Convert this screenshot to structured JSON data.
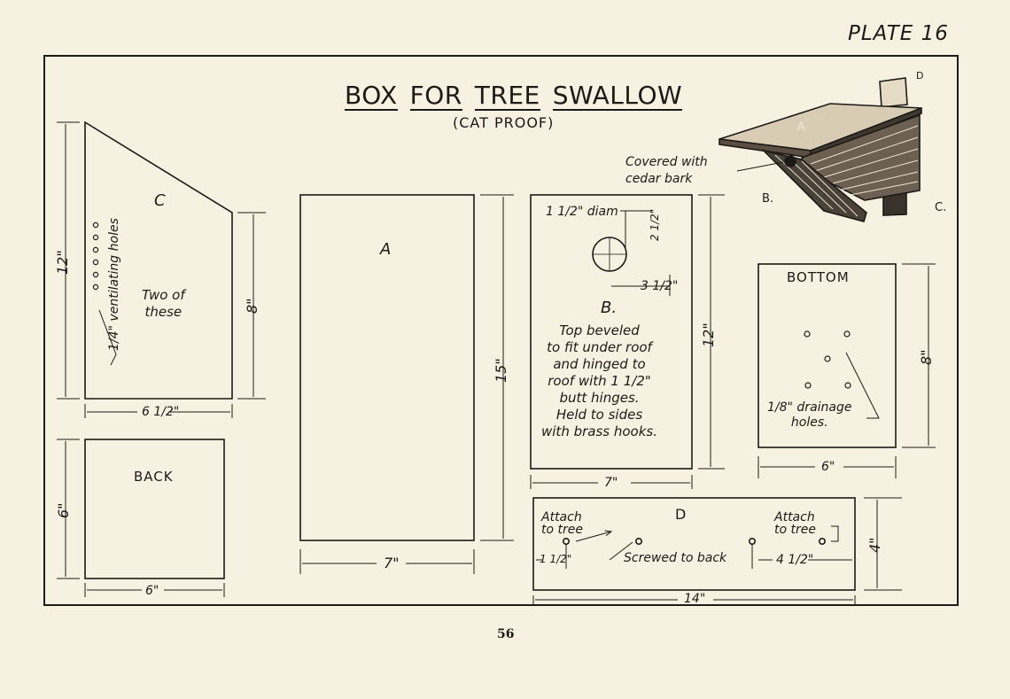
{
  "plate_label": "PLATE 16",
  "title": {
    "words": [
      "BOX",
      "FOR",
      "TREE",
      "SWALLOW"
    ],
    "subtitle": "(CAT PROOF)"
  },
  "page_number": "56",
  "pieces": {
    "C": {
      "label": "C",
      "note": "Two of\nthese",
      "holes_note": "1/4\" ventilating holes",
      "height_left": "12\"",
      "height_right": "8\"",
      "width": "6 1/2\""
    },
    "back": {
      "label": "BACK",
      "height": "6\"",
      "width": "6\""
    },
    "A": {
      "label": "A",
      "height": "15\"",
      "width": "7\""
    },
    "B": {
      "label": "B.",
      "hole_diam": "1 1/2\" diam",
      "hole_from_top": "2 1/2\"",
      "hole_from_side": "3 1/2\"",
      "note": "Top beveled\nto fit under roof\nand hinged to\nroof with 1 1/2\"\nbutt hinges.\nHeld to sides\nwith brass hooks.",
      "height": "12\"",
      "width": "7\""
    },
    "bottom": {
      "label": "BOTTOM",
      "holes_note": "1/8\" drainage\nholes.",
      "height": "8\"",
      "width": "6\""
    },
    "D": {
      "label": "D",
      "attach_left": "Attach\nto tree",
      "attach_right": "Attach\nto tree",
      "screwed": "Screwed to back",
      "left_offset": "1 1/2\"",
      "right_offset": "4 1/2\"",
      "height": "4\"",
      "width": "14\""
    }
  },
  "illustration": {
    "caption": "Covered with\ncedar bark",
    "labels": {
      "a": "A",
      "b": "B.",
      "c": "C.",
      "d": "D"
    }
  }
}
